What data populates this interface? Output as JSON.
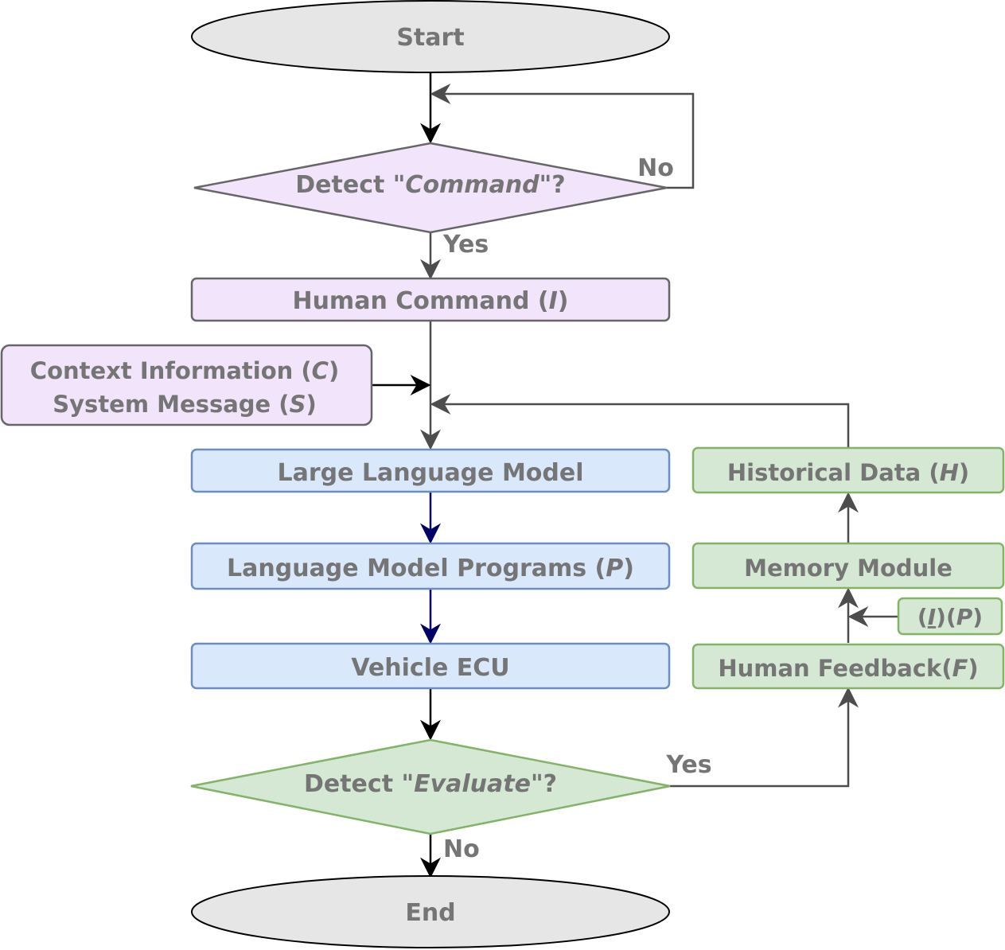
{
  "diagram": {
    "nodes": {
      "start": {
        "label": "Start",
        "shape": "ellipse",
        "fill": "#e6e6e6",
        "stroke": "#000000"
      },
      "detect_command": {
        "label_pre": "Detect \"",
        "label_em": "Command",
        "label_post": "\"?",
        "shape": "diamond",
        "fill": "#f2e4fa",
        "stroke": "#666666"
      },
      "human_command": {
        "label_pre": "Human Command (",
        "label_em": "I",
        "label_post": ")",
        "shape": "rect",
        "fill": "#f2e4fa",
        "stroke": "#666666"
      },
      "context": {
        "line1_pre": "Context Information (",
        "line1_em": "C",
        "line1_post": ")",
        "line2_pre": "System Message (",
        "line2_em": "S",
        "line2_post": ")",
        "shape": "rect",
        "fill": "#f2e4fa",
        "stroke": "#666666"
      },
      "llm": {
        "label": "Large Language Model",
        "shape": "rect",
        "fill": "#dae8fc",
        "stroke": "#6c8ebf"
      },
      "programs": {
        "label_pre": "Language Model Programs (",
        "label_em": "P",
        "label_post": ")",
        "shape": "rect",
        "fill": "#dae8fc",
        "stroke": "#6c8ebf"
      },
      "ecu": {
        "label": "Vehicle ECU",
        "shape": "rect",
        "fill": "#dae8fc",
        "stroke": "#6c8ebf"
      },
      "detect_evaluate": {
        "label_pre": "Detect \"",
        "label_em": "Evaluate",
        "label_post": "\"?",
        "shape": "diamond",
        "fill": "#d5e8d4",
        "stroke": "#82b366"
      },
      "end": {
        "label": "End",
        "shape": "ellipse",
        "fill": "#e6e6e6",
        "stroke": "#000000"
      },
      "historical": {
        "label_pre": "Historical Data (",
        "label_em": "H",
        "label_post": ")",
        "shape": "rect",
        "fill": "#d5e8d4",
        "stroke": "#82b366"
      },
      "memory": {
        "label": "Memory Module",
        "shape": "rect",
        "fill": "#d5e8d4",
        "stroke": "#82b366"
      },
      "ip": {
        "p1": "(",
        "em1": "I",
        "p2": ")(",
        "em2": "P",
        "p3": ")",
        "shape": "rect",
        "fill": "#d5e8d4",
        "stroke": "#82b366"
      },
      "feedback": {
        "label_pre": "Human Feedback(",
        "label_em": "F",
        "label_post": ")",
        "shape": "rect",
        "fill": "#d5e8d4",
        "stroke": "#82b366"
      }
    },
    "edge_labels": {
      "command_no": "No",
      "command_yes": "Yes",
      "evaluate_yes": "Yes",
      "evaluate_no": "No"
    },
    "colors": {
      "text": "#757575",
      "arrow_black": "#000000",
      "arrow_gray": "#4d4d4d",
      "arrow_navy": "#000066"
    }
  }
}
